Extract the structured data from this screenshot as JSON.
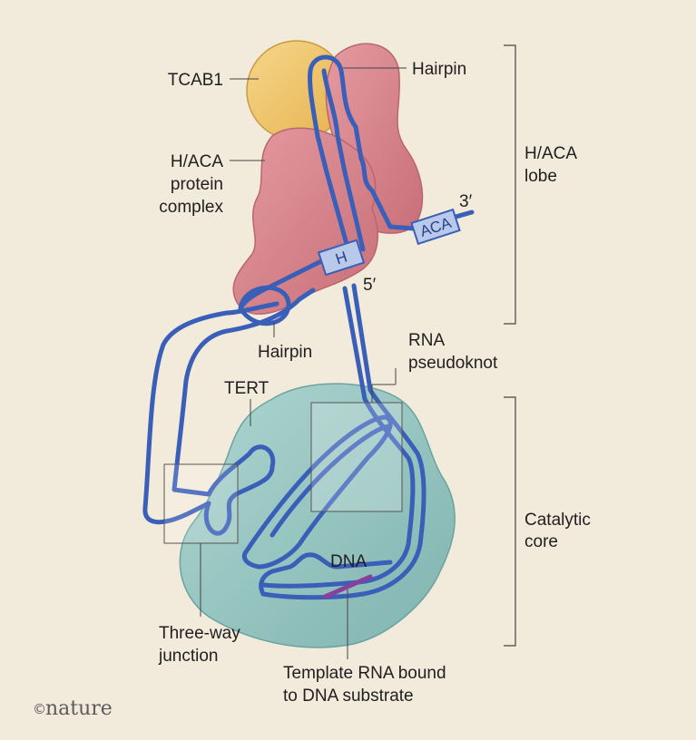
{
  "labels": {
    "tcab1": "TCAB1",
    "hairpin_top": "Hairpin",
    "haca_complex_l1": "H/ACA",
    "haca_complex_l2": "protein",
    "haca_complex_l3": "complex",
    "haca_lobe_l1": "H/ACA",
    "haca_lobe_l2": "lobe",
    "box_h": "H",
    "box_aca": "ACA",
    "three_prime": "3′",
    "five_prime": "5′",
    "hairpin_bottom": "Hairpin",
    "rna_pseudoknot_l1": "RNA",
    "rna_pseudoknot_l2": "pseudoknot",
    "tert": "TERT",
    "catalytic_core_l1": "Catalytic",
    "catalytic_core_l2": "core",
    "dna": "DNA",
    "three_way_l1": "Three-way",
    "three_way_l2": "junction",
    "template_l1": "Template RNA bound",
    "template_l2": "to DNA substrate"
  },
  "credit": {
    "symbol": "©",
    "brand": "nature"
  },
  "colors": {
    "background": "#f2eadb",
    "tcab1": "#f0c66a",
    "haca_protein": "#d9848b",
    "tert": "#8fc3c0",
    "rna_strand": "#3a5fb8",
    "dna": "#8a3f9a",
    "box_fill": "#b9c9ea"
  }
}
